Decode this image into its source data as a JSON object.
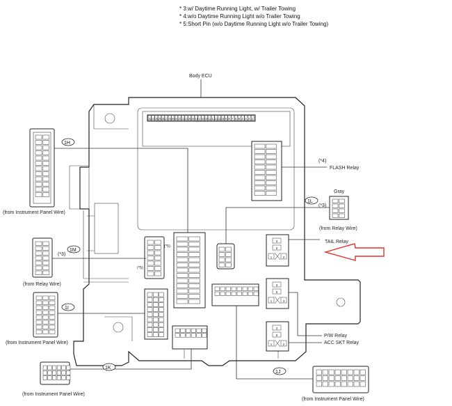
{
  "notes": [
    "* 3:w/ Daytime Running Light, w/ Trailer Towing",
    "* 4:w/o Daytime Running Light w/o Trailer Towing",
    "* 5:Short Pin (w/o Daytime Running Light w/o Trailer Towing)"
  ],
  "labels": {
    "body_ecu": "Body ECU",
    "flash_relay": "FLASH Relay",
    "gray": "Gray",
    "tail_relay": "TAIL Relay",
    "pw_relay": "P/W Relay",
    "acc_skt_relay": "ACC SKT Relay",
    "note4_marker": "(*4)",
    "note3_marker_1l": "(*3)",
    "note3_marker_1m": "(*3)",
    "note5_marker_a": "(*5)",
    "note5_marker_b": "(*5)"
  },
  "connectors": {
    "1H": {
      "tag": "1H",
      "source": "(from Instrument Panel Wire)"
    },
    "1M": {
      "tag": "1M",
      "source": "(from Relay Wire)"
    },
    "1I": {
      "tag": "1I",
      "source": "(from Instrument Panel Wire)"
    },
    "1K": {
      "tag": "1K",
      "source": "(from Instrument Panel Wire)"
    },
    "1J": {
      "tag": "1J",
      "source": "(from Instrument Panel Wire)"
    },
    "1L": {
      "tag": "1L",
      "source": "(from Relay Wire)"
    }
  },
  "ecu_pins": [
    "32",
    "31",
    "30",
    "29",
    "28",
    "27",
    "26",
    "25",
    "24",
    "23",
    "22",
    "21",
    "20",
    "19",
    "18",
    "17",
    "16",
    "15",
    "14",
    "13",
    "12",
    "11",
    "10",
    "9",
    "8",
    "7",
    "6",
    "5",
    "4",
    "3",
    "2",
    "1"
  ],
  "relay_pins": {
    "top": "3",
    "mid": "5",
    "left": "1",
    "right": "2"
  },
  "pw_relay_pins": {
    "top": "3",
    "mid": "5",
    "left": "1",
    "right": "3"
  },
  "annotation_arrow_color": "#e0302c"
}
